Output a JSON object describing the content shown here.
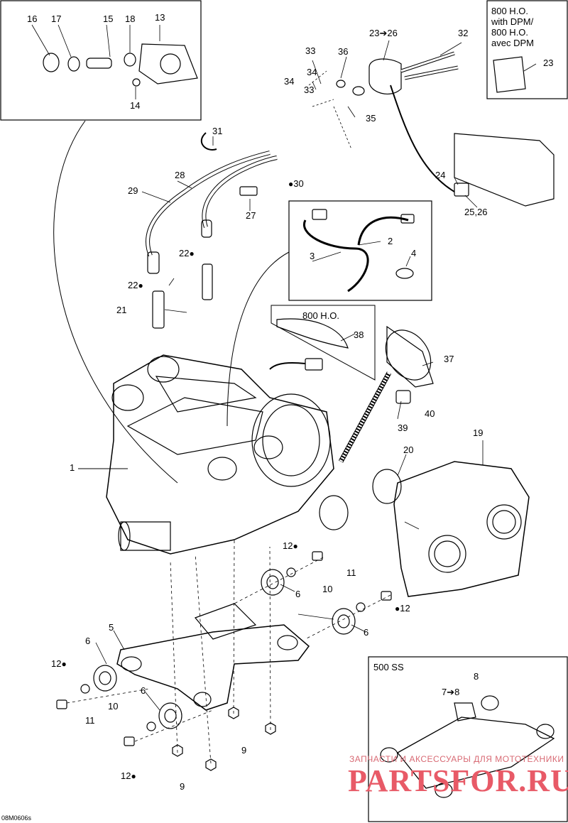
{
  "figure_code": "08M0606s",
  "inset_top_right": {
    "lines": [
      "800 H.O.",
      "with DPM/",
      "800 H.O.",
      "avec DPM"
    ],
    "part": "23"
  },
  "inset_middle": {
    "title": "800 H.O.",
    "part": "38"
  },
  "inset_bottom": {
    "title": "500 SS",
    "parts": [
      "8",
      "7➔8"
    ]
  },
  "callouts": [
    {
      "id": "c1",
      "text": "1"
    },
    {
      "id": "c2",
      "text": "2"
    },
    {
      "id": "c3",
      "text": "3"
    },
    {
      "id": "c4",
      "text": "4"
    },
    {
      "id": "c5",
      "text": "5"
    },
    {
      "id": "c6a",
      "text": "6"
    },
    {
      "id": "c6b",
      "text": "6"
    },
    {
      "id": "c6c",
      "text": "6"
    },
    {
      "id": "c6d",
      "text": "6"
    },
    {
      "id": "c9a",
      "text": "9"
    },
    {
      "id": "c9b",
      "text": "9"
    },
    {
      "id": "c10a",
      "text": "10"
    },
    {
      "id": "c10b",
      "text": "10"
    },
    {
      "id": "c11a",
      "text": "11"
    },
    {
      "id": "c11b",
      "text": "11"
    },
    {
      "id": "c12a",
      "text": "12"
    },
    {
      "id": "c12b",
      "text": "12"
    },
    {
      "id": "c12c",
      "text": "12"
    },
    {
      "id": "c12d",
      "text": "12"
    },
    {
      "id": "c13",
      "text": "13"
    },
    {
      "id": "c14",
      "text": "14"
    },
    {
      "id": "c15",
      "text": "15"
    },
    {
      "id": "c16",
      "text": "16"
    },
    {
      "id": "c17",
      "text": "17"
    },
    {
      "id": "c18",
      "text": "18"
    },
    {
      "id": "c19",
      "text": "19"
    },
    {
      "id": "c20",
      "text": "20"
    },
    {
      "id": "c21",
      "text": "21"
    },
    {
      "id": "c22a",
      "text": "22"
    },
    {
      "id": "c22b",
      "text": "22"
    },
    {
      "id": "c23",
      "text": "23➔26"
    },
    {
      "id": "c24",
      "text": "24"
    },
    {
      "id": "c2526",
      "text": "25,26"
    },
    {
      "id": "c27",
      "text": "27"
    },
    {
      "id": "c28",
      "text": "28"
    },
    {
      "id": "c29",
      "text": "29"
    },
    {
      "id": "c30",
      "text": "30"
    },
    {
      "id": "c31",
      "text": "31"
    },
    {
      "id": "c32",
      "text": "32"
    },
    {
      "id": "c33a",
      "text": "33"
    },
    {
      "id": "c33b",
      "text": "33"
    },
    {
      "id": "c34a",
      "text": "34"
    },
    {
      "id": "c34b",
      "text": "34"
    },
    {
      "id": "c35",
      "text": "35"
    },
    {
      "id": "c36",
      "text": "36"
    },
    {
      "id": "c37",
      "text": "37"
    },
    {
      "id": "c39",
      "text": "39"
    },
    {
      "id": "c40",
      "text": "40"
    }
  ],
  "watermark": {
    "small": "ЗАПЧАСТИ И АКСЕССУАРЫ ДЛЯ МОТОТЕХНИКИ",
    "big": "PARTSFOR.RU"
  }
}
